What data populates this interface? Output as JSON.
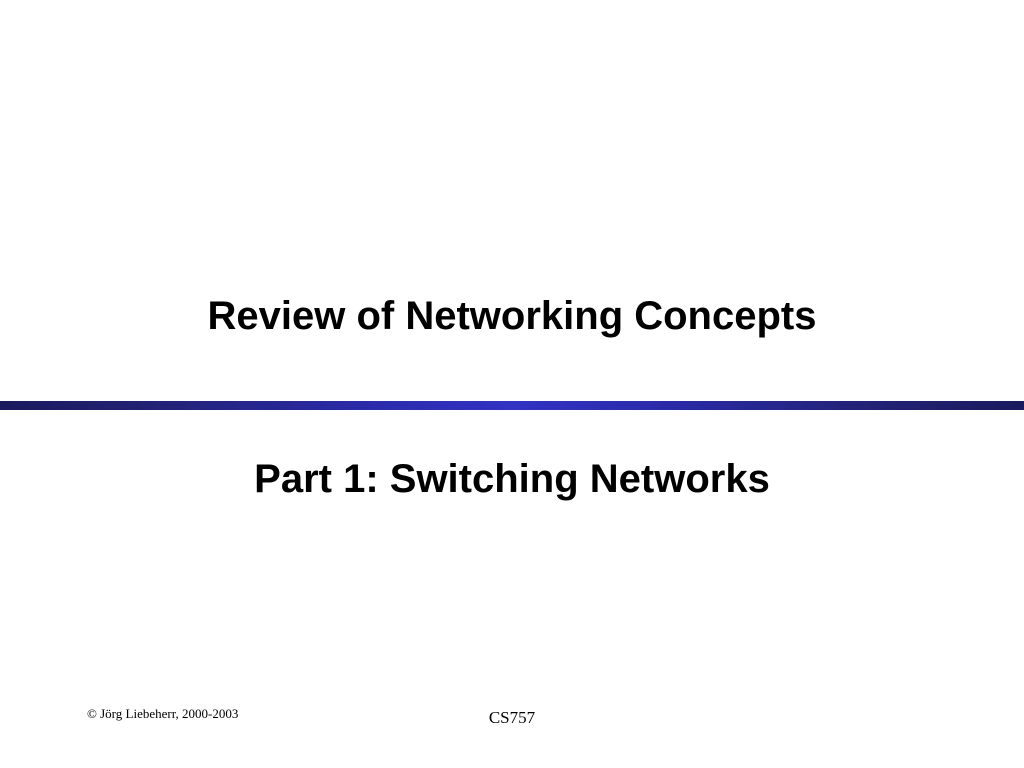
{
  "slide": {
    "title": "Review of Networking Concepts",
    "subtitle": "Part 1: Switching Networks",
    "divider": {
      "edge_color": "#1a1a5e",
      "center_color": "#3232c4"
    },
    "footer": {
      "copyright": "© Jörg Liebeherr, 2000-2003",
      "course": "CS757"
    }
  }
}
